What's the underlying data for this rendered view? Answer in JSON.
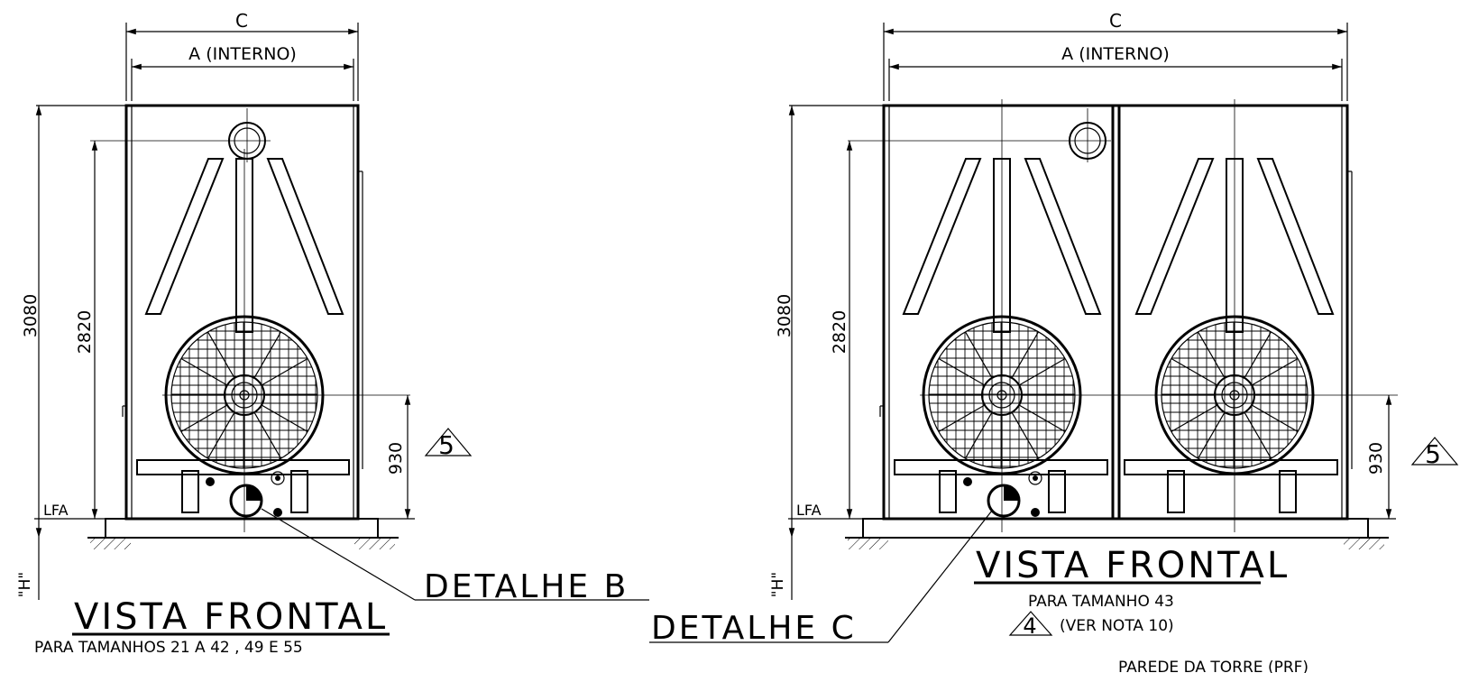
{
  "left_view": {
    "dim_c": "C",
    "dim_a": "A (INTERNO)",
    "dim_height_total": "3080",
    "dim_height_pipe": "2820",
    "dim_fan": "930",
    "level_label": "LFA",
    "h_label": "\"H\"",
    "note_number": "5",
    "detail_label": "DETALHE B",
    "title": "VISTA FRONTAL",
    "subtitle": "PARA TAMANHOS 21 A 42 , 49 E 55"
  },
  "right_view": {
    "dim_c": "C",
    "dim_a": "A (INTERNO)",
    "dim_height_total": "3080",
    "dim_height_pipe": "2820",
    "dim_fan": "930",
    "level_label": "LFA",
    "h_label": "\"H\"",
    "note_number": "5",
    "revision_number": "4",
    "detail_label": "DETALHE C",
    "title": "VISTA FRONTAL",
    "subtitle": "PARA TAMANHO 43",
    "note_ref": "(VER NOTA 10)"
  },
  "bottom_note": "PAREDE DA TORRE (PRF)"
}
